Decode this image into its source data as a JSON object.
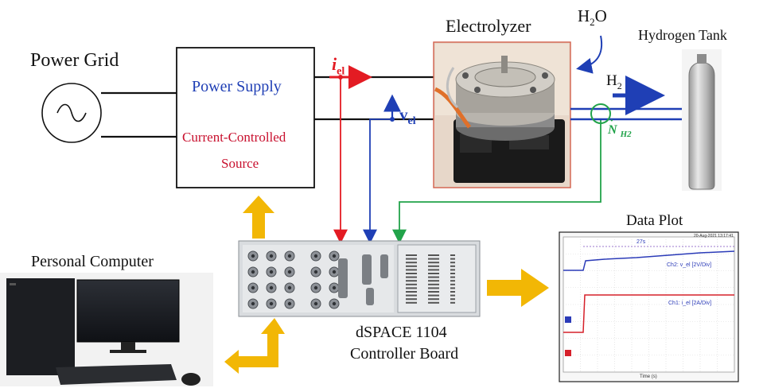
{
  "labels": {
    "power_grid": "Power Grid",
    "power_supply": "Power Supply",
    "ccs_line1": "Current-Controlled",
    "ccs_line2": "Source",
    "current_symbol": "i",
    "current_sub": "el",
    "voltage_symbol": "v",
    "voltage_sub": "el",
    "electrolyzer": "Electrolyzer",
    "water": "H",
    "water_sub": "2",
    "water_o": "O",
    "hydrogen_tank": "Hydrogen Tank",
    "h2_flow": "H",
    "h2_flow_sub": "2",
    "flow_symbol": "N",
    "flow_sub": "H2",
    "data_plot": "Data Plot",
    "personal_computer": "Personal Computer",
    "dspace_line1": "dSPACE 1104",
    "dspace_line2": "Controller Board"
  },
  "plot": {
    "top_label": "27s",
    "ch2_label": "Ch2: v_el [2V/Div]",
    "ch1_label": "Ch1: i_el [2A/Div]",
    "xlabel": "Time (s)",
    "header_text": "20-Aug-2021 13:17:41"
  },
  "colors": {
    "current_arrow": "#e31b23",
    "voltage_arrow": "#1f3fb5",
    "flow_line": "#22a34a",
    "h2_arrow": "#1f3fb5",
    "power_supply_text": "#1f3fb5",
    "ccs_text": "#c8102e",
    "block_arrow": "#f2b705",
    "trace_ch2": "#2b3bb8",
    "trace_ch1": "#d6202a"
  }
}
